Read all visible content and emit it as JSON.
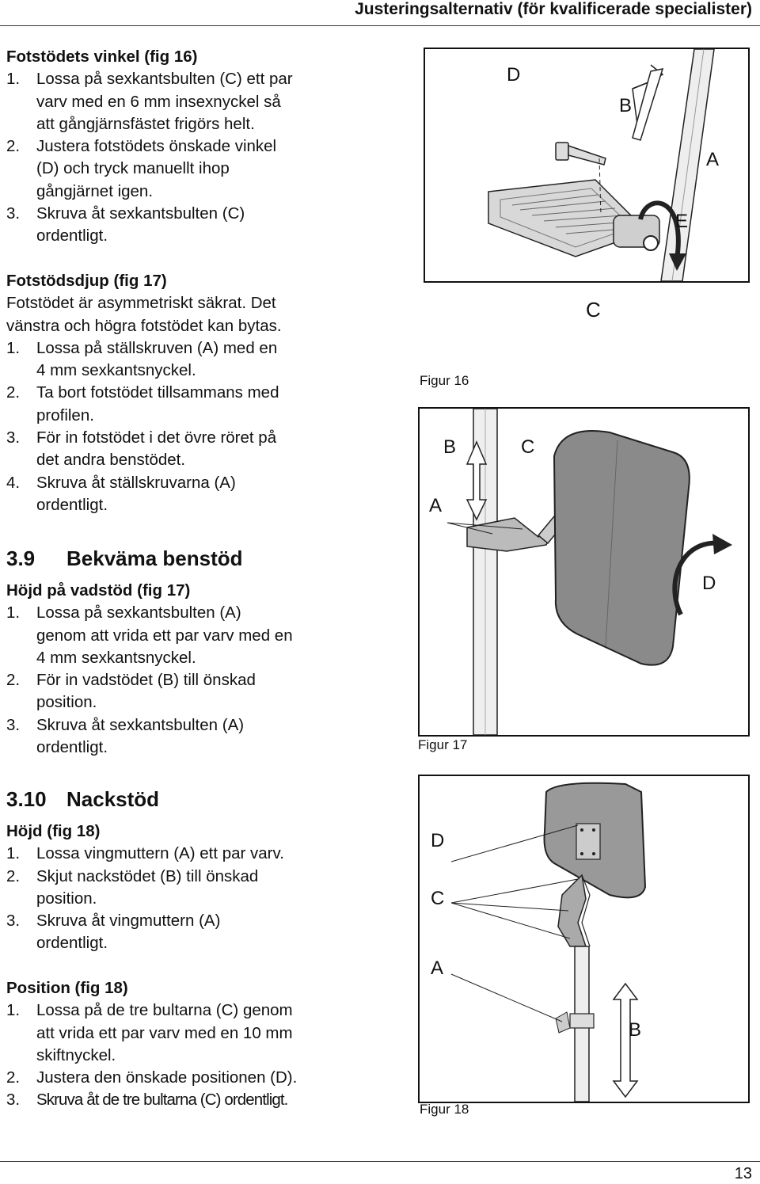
{
  "header": {
    "title": "Justeringsalternativ (för kvalificerade specialister)"
  },
  "block1": {
    "heading": "Fotstödets vinkel (fig 16)",
    "items": [
      {
        "num": "1.",
        "lines": [
          "Lossa på sexkantsbulten (C) ett par",
          "varv med en 6 mm insexnyckel så",
          "att gångjärnsfästet frigörs helt."
        ]
      },
      {
        "num": "2.",
        "lines": [
          "Justera fotstödets önskade vinkel",
          "(D) och tryck manuellt ihop",
          "gångjärnet igen."
        ]
      },
      {
        "num": "3.",
        "lines": [
          "Skruva åt sexkantsbulten (C)",
          "ordentligt."
        ]
      }
    ]
  },
  "block2": {
    "heading": "Fotstödsdjup (fig 17)",
    "intro": [
      "Fotstödet är asymmetriskt säkrat. Det",
      "vänstra och högra fotstödet kan bytas."
    ],
    "items": [
      {
        "num": "1.",
        "lines": [
          "Lossa på ställskruven (A) med en",
          "4 mm sexkantsnyckel."
        ]
      },
      {
        "num": "2.",
        "lines": [
          "Ta bort fotstödet tillsammans med",
          "profilen."
        ]
      },
      {
        "num": "3.",
        "lines": [
          "För in fotstödet i det övre röret på",
          "det andra benstödet."
        ]
      },
      {
        "num": "4.",
        "lines": [
          "Skruva åt ställskruvarna (A)",
          "ordentligt."
        ]
      }
    ]
  },
  "section39": {
    "num": "3.9",
    "title": "Bekväma benstöd",
    "heading": "Höjd på vadstöd (fig 17)",
    "items": [
      {
        "num": "1.",
        "lines": [
          "Lossa på sexkantsbulten (A)",
          "genom att vrida ett par varv med en",
          "4 mm sexkantsnyckel."
        ]
      },
      {
        "num": "2.",
        "lines": [
          "För in vadstödet (B) till önskad",
          "position."
        ]
      },
      {
        "num": "3.",
        "lines": [
          "Skruva åt sexkantsbulten (A)",
          "ordentligt."
        ]
      }
    ]
  },
  "section310": {
    "num": "3.10",
    "title": "Nackstöd",
    "heading": "Höjd (fig 18)",
    "items": [
      {
        "num": "1.",
        "lines": [
          "Lossa vingmuttern (A) ett par varv."
        ]
      },
      {
        "num": "2.",
        "lines": [
          "Skjut nackstödet (B) till önskad",
          "position."
        ]
      },
      {
        "num": "3.",
        "lines": [
          "Skruva åt vingmuttern (A)",
          "ordentligt."
        ]
      }
    ]
  },
  "position": {
    "heading": "Position (fig 18)",
    "items": [
      {
        "num": "1.",
        "lines": [
          "Lossa på de tre bultarna (C) genom",
          "att vrida ett par varv med en 10 mm",
          "skiftnyckel."
        ]
      },
      {
        "num": "2.",
        "lines": [
          "Justera den önskade positionen (D)."
        ]
      },
      {
        "num": "3.",
        "lines": [
          "Skruva åt de tre bultarna (C) ordentligt."
        ]
      }
    ]
  },
  "figures": {
    "fig16": {
      "caption": "Figur 16",
      "labels": {
        "a": "A",
        "b": "B",
        "c": "C",
        "d": "D",
        "e": "E"
      }
    },
    "fig17": {
      "caption": "Figur 17",
      "labels": {
        "a": "A",
        "b": "B",
        "c": "C",
        "d": "D"
      }
    },
    "fig18": {
      "caption": "Figur 18",
      "labels": {
        "a": "A",
        "b": "B",
        "c": "C",
        "d": "D"
      }
    }
  },
  "footer": {
    "page_number": "13"
  }
}
